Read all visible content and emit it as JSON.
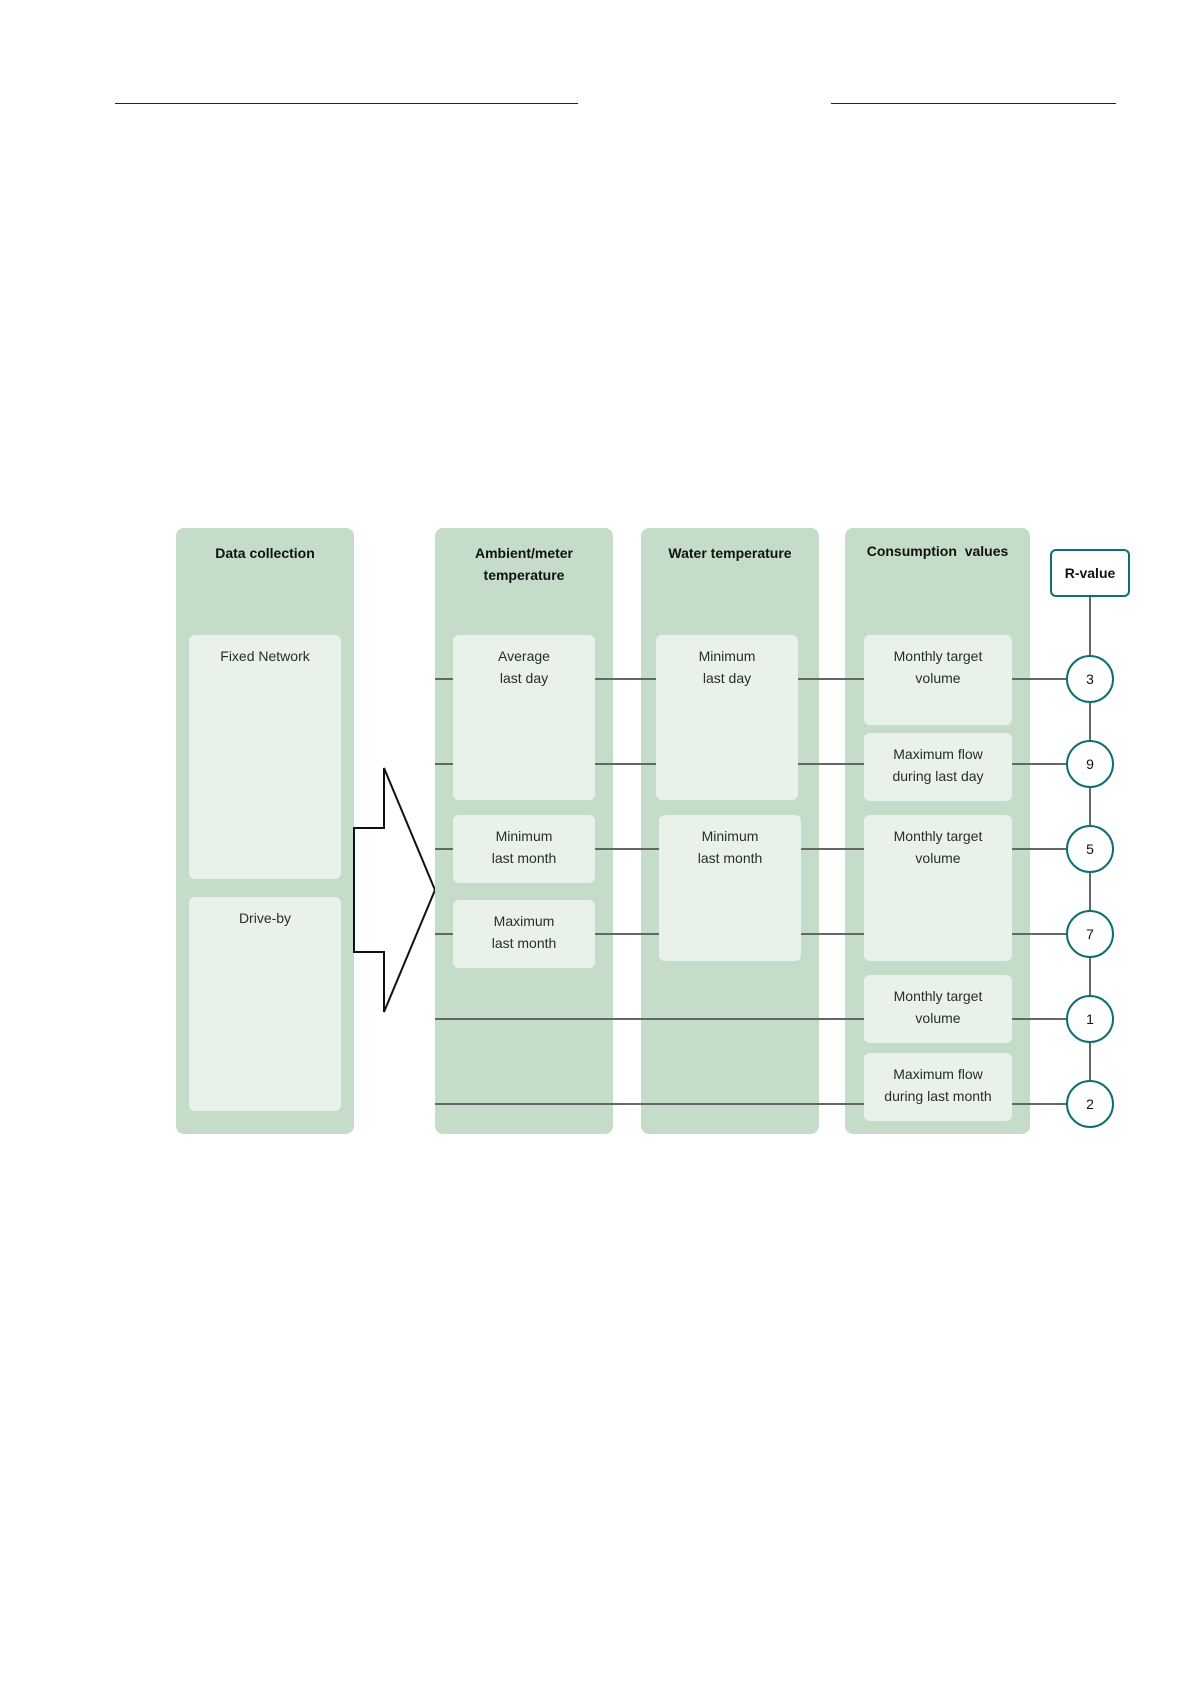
{
  "columns": {
    "data_collection": {
      "title": "Data collection",
      "boxes": [
        "Fixed Network",
        "Drive-by"
      ]
    },
    "ambient": {
      "title": "Ambient/meter\ntemperature",
      "boxes": [
        "Average\nlast day",
        "Minimum\nlast month",
        "Maximum\nlast month"
      ]
    },
    "water": {
      "title": "Water temperature",
      "boxes": [
        "Minimum\nlast day",
        "Minimum\nlast month"
      ]
    },
    "consumption": {
      "title": "Consumption  values",
      "boxes": [
        "Monthly target\nvolume",
        "Maximum flow\nduring last day",
        "Monthly target\nvolume",
        "Monthly target\nvolume",
        "Maximum flow\nduring last month"
      ]
    }
  },
  "r_value": {
    "label": "R-value",
    "values": [
      "3",
      "9",
      "5",
      "7",
      "1",
      "2"
    ]
  },
  "colors": {
    "column_bg": "#c5ddc8",
    "box_bg": "#e9f2ea",
    "circle_border": "#0e6f72",
    "line": "#666666"
  }
}
